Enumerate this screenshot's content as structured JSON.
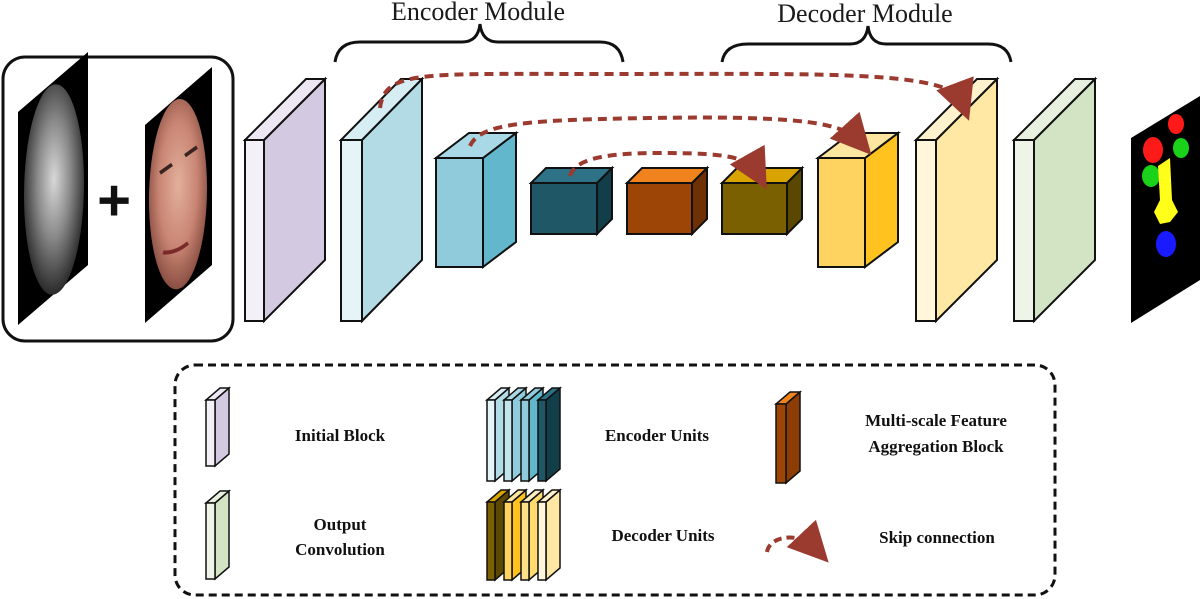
{
  "modules": {
    "encoder_title": "Encoder Module",
    "decoder_title": "Decoder Module"
  },
  "inputs": {
    "plus_symbol": "+"
  },
  "legend": {
    "initial_block": "Initial Block",
    "encoder_units": "Encoder Units",
    "msfa_line1": "Multi-scale Feature",
    "msfa_line2": "Aggregation Block",
    "output_line1": "Output",
    "output_line2": "Convolution",
    "decoder_units": "Decoder Units",
    "skip_connection": "Skip connection"
  },
  "colors": {
    "initial": "#d3c9e0",
    "encoder1": "#b2dbe5",
    "encoder2": "#8fcbdb",
    "encoder3": "#1f5767",
    "msfa": "#9d4507",
    "decoder3": "#7a6000",
    "decoder2": "#ffd360",
    "decoder1": "#ffe8a3",
    "output": "#d3e4c5",
    "skip": "#9b3a2e"
  }
}
